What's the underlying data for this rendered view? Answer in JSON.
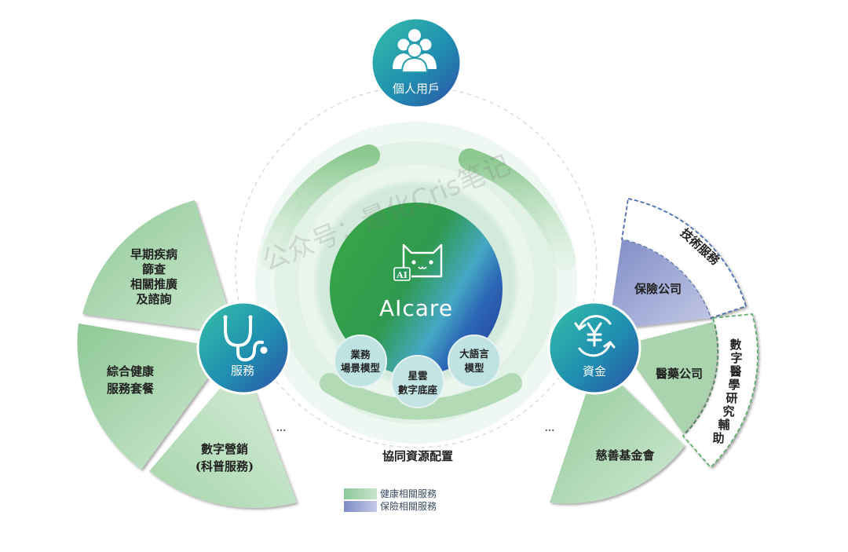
{
  "diagram": {
    "top_node": {
      "label": "個人用戶",
      "icon": "users-icon"
    },
    "center": {
      "brand": "AIcare",
      "logo_badge": "AI",
      "logo_icon": "cat-face-icon",
      "bubbles": [
        {
          "line1": "業務",
          "line2": "場景模型"
        },
        {
          "line1": "星雲",
          "line2": "數字底座"
        },
        {
          "line1": "大語言",
          "line2": "模型"
        }
      ],
      "caption": "協同資源配置"
    },
    "left_node": {
      "label": "服務",
      "icon": "stethoscope-icon",
      "segments": [
        {
          "lines": [
            "早期疾病",
            "篩查",
            "相關推廣",
            "及諮詢"
          ],
          "category": "health"
        },
        {
          "lines": [
            "綜合健康",
            "服務套餐"
          ],
          "category": "health"
        },
        {
          "lines": [
            "數字營銷",
            "(科普服務)"
          ],
          "category": "health"
        }
      ],
      "more": "..."
    },
    "right_node": {
      "label": "資金",
      "icon": "yen-cycle-icon",
      "segments": [
        {
          "label": "保險公司",
          "category": "insurance",
          "outer_label": "技術服務"
        },
        {
          "label": "醫藥公司",
          "category": "health",
          "outer_label": "數字醫學研究輔助"
        },
        {
          "label": "慈善基金會",
          "category": "health"
        }
      ],
      "more": "..."
    },
    "watermark": "公众号：量化Cris笔记"
  },
  "legend": [
    {
      "label": "健康相關服務",
      "color": "#8cc79a"
    },
    {
      "label": "保險相關服務",
      "color": "#8f9acb"
    }
  ],
  "colors": {
    "health_green": "#a9d5ae",
    "insurance_blue": "#9ea6d4",
    "node_teal": "#2bb0a6",
    "node_blue": "#2f5fb0",
    "core_green": "#3aa84a",
    "core_blue": "#2a52a8"
  }
}
